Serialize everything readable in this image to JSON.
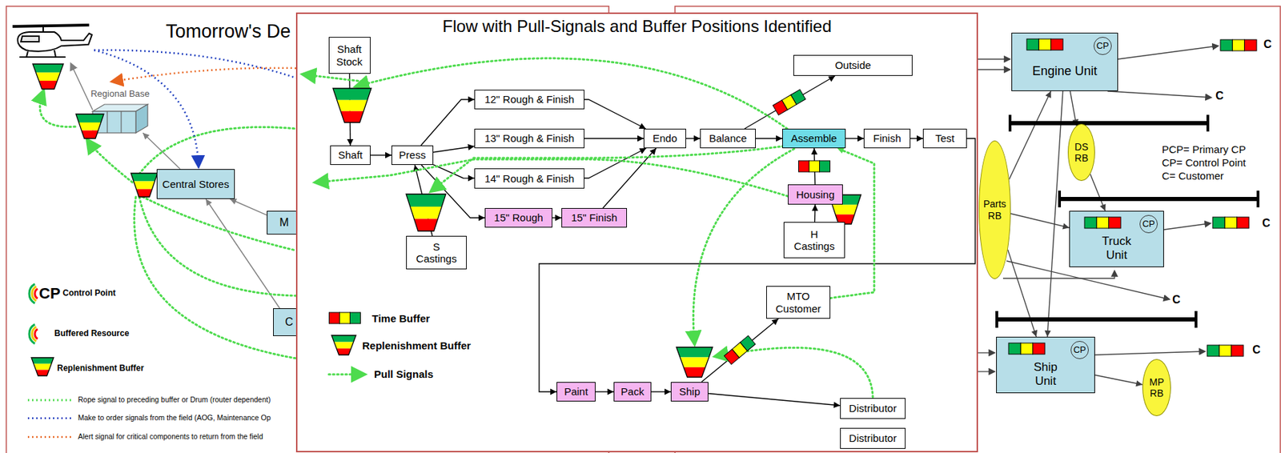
{
  "diagram": {
    "title": "Flow with Pull-Signals and Buffer Positions Identified",
    "nodes": [
      {
        "text": [
          "Regional Base"
        ]
      },
      {
        "text": [
          "Central Stores"
        ]
      },
      {
        "text": [
          "M"
        ]
      },
      {
        "text": [
          "C"
        ]
      },
      {
        "text": [
          "Shaft Stock"
        ]
      },
      {
        "text": [
          "Shaft"
        ]
      },
      {
        "text": [
          "Press"
        ]
      },
      {
        "text": [
          "12\" Rough & Finish"
        ]
      },
      {
        "text": [
          "13\" Rough & Finish"
        ]
      },
      {
        "text": [
          "14\" Rough & Finish"
        ]
      },
      {
        "text": [
          "15\" Rough"
        ]
      },
      {
        "text": [
          "15\" Finish"
        ]
      },
      {
        "text": [
          "S Castings"
        ]
      },
      {
        "text": [
          "Outside"
        ]
      },
      {
        "text": [
          "Endo"
        ]
      },
      {
        "text": [
          "Balance"
        ]
      },
      {
        "text": [
          "Assemble"
        ]
      },
      {
        "text": [
          "Finish"
        ]
      },
      {
        "text": [
          "Test"
        ]
      },
      {
        "text": [
          "Housing"
        ]
      },
      {
        "text": [
          "H Castings"
        ]
      },
      {
        "text": [
          "MTO Customer"
        ]
      },
      {
        "text": [
          "Paint"
        ]
      },
      {
        "text": [
          "Pack"
        ]
      },
      {
        "text": [
          "Ship"
        ]
      },
      {
        "text": [
          "Distributor"
        ]
      },
      {
        "text": [
          "Distributor"
        ]
      },
      {
        "text": [
          "CP",
          "Engine Unit"
        ]
      },
      {
        "text": [
          "DS RB"
        ]
      },
      {
        "text": [
          "Parts RB"
        ]
      },
      {
        "text": [
          "CP",
          "Truck Unit"
        ]
      },
      {
        "text": [
          "CP",
          "Ship Unit"
        ]
      },
      {
        "text": [
          "MP RB"
        ]
      }
    ],
    "edges": [
      {
        "from": 1,
        "to": 0,
        "arrow": "to"
      },
      {
        "from": 2,
        "to": 1,
        "arrow": "to"
      },
      {
        "from": 3,
        "to": 1,
        "arrow": "to"
      },
      {
        "from": 4,
        "to": 5,
        "arrow": "to"
      },
      {
        "from": 5,
        "to": 6,
        "arrow": "to"
      },
      {
        "from": 6,
        "to": 7,
        "arrow": "to"
      },
      {
        "from": 6,
        "to": 8,
        "arrow": "to"
      },
      {
        "from": 6,
        "to": 9,
        "arrow": "to"
      },
      {
        "from": 6,
        "to": 10,
        "arrow": "to"
      },
      {
        "from": 10,
        "to": 11,
        "arrow": "to"
      },
      {
        "from": 7,
        "to": 14,
        "arrow": "to"
      },
      {
        "from": 8,
        "to": 14,
        "arrow": "to"
      },
      {
        "from": 9,
        "to": 14,
        "arrow": "to"
      },
      {
        "from": 11,
        "to": 14,
        "arrow": "to"
      },
      {
        "from": 12,
        "to": 6,
        "arrow": "to"
      },
      {
        "from": 14,
        "to": 15,
        "arrow": "to"
      },
      {
        "from": 15,
        "to": 13,
        "arrow": "to"
      },
      {
        "from": 15,
        "to": 16,
        "arrow": "to"
      },
      {
        "from": 16,
        "to": 17,
        "arrow": "to"
      },
      {
        "from": 17,
        "to": 18,
        "arrow": "to"
      },
      {
        "from": 18,
        "to": 22,
        "arrow": "to"
      },
      {
        "from": 20,
        "to": 19,
        "arrow": "to"
      },
      {
        "from": 19,
        "to": 16,
        "arrow": "to"
      },
      {
        "from": 22,
        "to": 23,
        "arrow": "to"
      },
      {
        "from": 23,
        "to": 24,
        "arrow": "to"
      },
      {
        "from": 24,
        "to": 21,
        "arrow": "to"
      },
      {
        "from": 24,
        "to": 25,
        "arrow": "to"
      },
      {
        "from": 21,
        "to": 16,
        "arrow": "to"
      },
      {
        "from": 29,
        "to": 27,
        "arrow": "to"
      },
      {
        "from": 29,
        "to": 30,
        "arrow": "to"
      },
      {
        "from": 29,
        "to": 31,
        "arrow": "to"
      },
      {
        "from": 27,
        "to": 28,
        "arrow": "to"
      },
      {
        "from": 28,
        "to": 30,
        "arrow": "to"
      },
      {
        "from": 27,
        "to": 31,
        "arrow": "to"
      },
      {
        "from": 31,
        "to": 32,
        "arrow": "to"
      }
    ],
    "labels": [
      "Tomorrow's De",
      "CP",
      "PCP= Primary CP",
      "CP= Control Point",
      "C= Customer",
      "C",
      "C",
      "C",
      "C",
      "C"
    ],
    "legend": [
      {
        "text": "Control Point"
      },
      {
        "text": "Buffered Resource"
      },
      {
        "text": "Replenishment Buffer"
      },
      {
        "text": "Rope signal to preceding buffer or Drum (router dependent)"
      },
      {
        "text": "Make to order signals from the field (AOG, Maintenance Op"
      },
      {
        "text": "Alert signal for critical components to return from the field"
      },
      {
        "text": "Time Buffer"
      },
      {
        "text": "Replenishment Buffer"
      },
      {
        "text": "Pull Signals"
      }
    ]
  }
}
